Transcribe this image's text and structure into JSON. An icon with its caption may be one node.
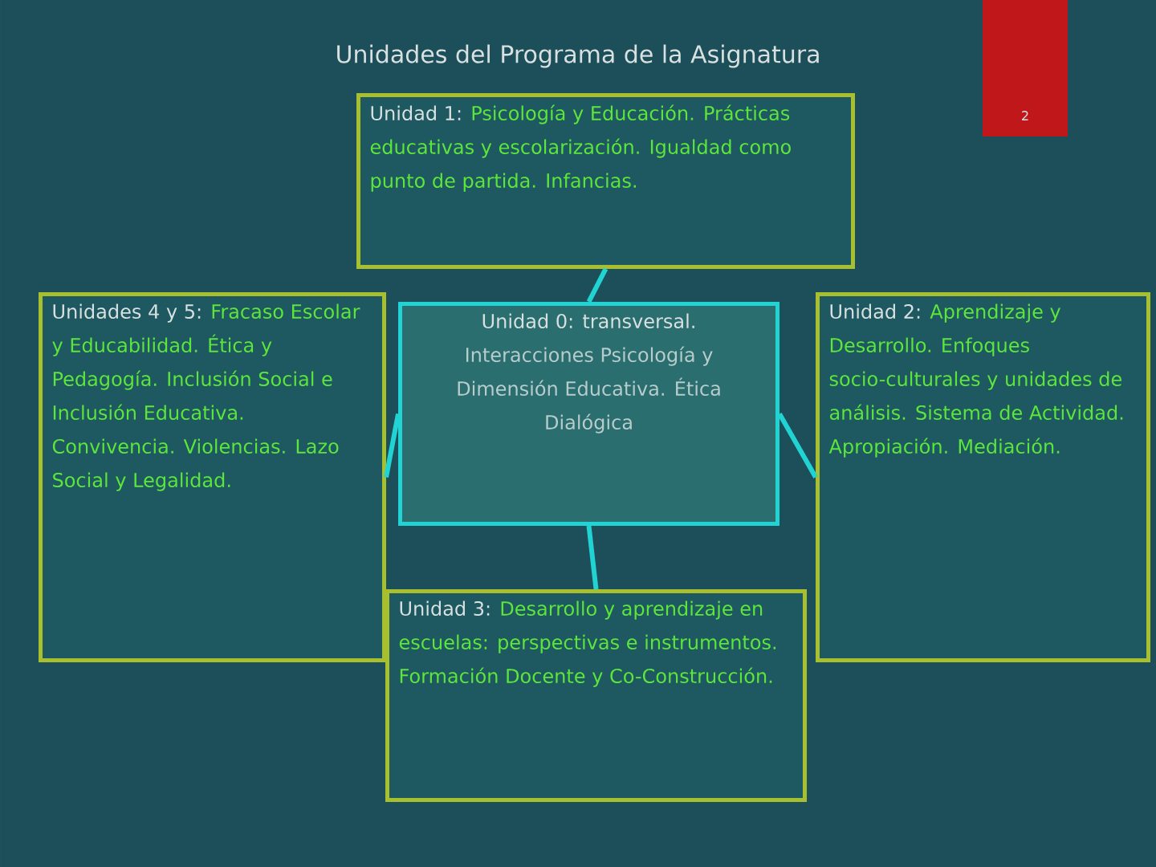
{
  "diagram": {
    "title": "Unidades del Programa de la Asignatura",
    "nodes": [
      {
        "text": [
          "Unidad 1:",
          "Psicología y Educación. Prácticas educativas y escolarización. Igualdad como punto de partida. Infancias."
        ]
      },
      {
        "text": [
          "Unidades 4 y 5:",
          "Fracaso Escolar y Educabilidad. Ética y Pedagogía. Inclusión Social e Inclusión Educativa. Convivencia. Violencias. Lazo Social y Legalidad."
        ]
      },
      {
        "text": [
          "Unidad 0: transversal.",
          "Interacciones Psicología y Dimensión Educativa. Ética Dialógica"
        ]
      },
      {
        "text": [
          "Unidad 2:",
          "Aprendizaje y Desarrollo. Enfoques socio-culturales y unidades de análisis. Sistema de Actividad. Apropiación. Mediación."
        ]
      },
      {
        "text": [
          "Unidad 3:",
          "Desarrollo y aprendizaje en escuelas: perspectivas e instrumentos. Formación Docente y Co-Construcción."
        ]
      }
    ],
    "edges": [
      {
        "from": 2,
        "to": 0,
        "arrow": "none"
      },
      {
        "from": 2,
        "to": 1,
        "arrow": "none"
      },
      {
        "from": 2,
        "to": 3,
        "arrow": "none"
      },
      {
        "from": 2,
        "to": 4,
        "arrow": "none"
      }
    ],
    "labels": [
      "2"
    ]
  }
}
